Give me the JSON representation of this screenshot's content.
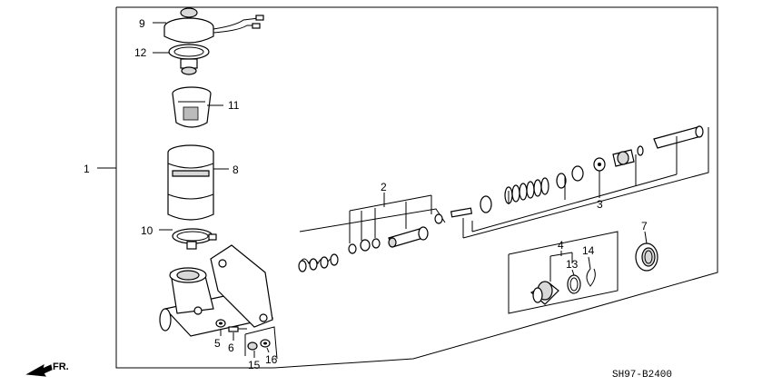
{
  "diagram": {
    "drawing_code": "SH97-B2400",
    "direction_label": "FR.",
    "callouts": {
      "c1": "1",
      "c2": "2",
      "c3": "3",
      "c4": "4",
      "c5": "5",
      "c6": "6",
      "c7": "7",
      "c8": "8",
      "c9": "9",
      "c10": "10",
      "c11": "11",
      "c12": "12",
      "c13": "13",
      "c14": "14",
      "c15": "15",
      "c16": "16"
    }
  }
}
